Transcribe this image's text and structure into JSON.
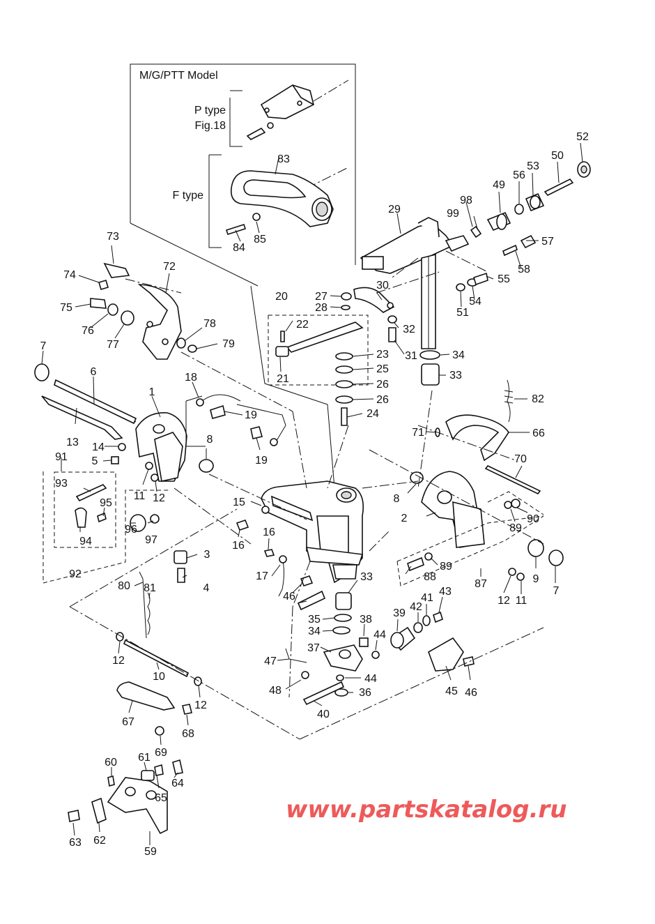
{
  "header": {
    "model": "M/G/PTT Model",
    "p_type": "P type",
    "fig_ref": "Fig.18",
    "f_type": "F type"
  },
  "watermark": "www.partskatalog.ru",
  "callouts": [
    {
      "id": "c1",
      "text": "1"
    },
    {
      "id": "c2",
      "text": "2"
    },
    {
      "id": "c3",
      "text": "3"
    },
    {
      "id": "c4",
      "text": "4"
    },
    {
      "id": "c5",
      "text": "5"
    },
    {
      "id": "c6",
      "text": "6"
    },
    {
      "id": "c7a",
      "text": "7"
    },
    {
      "id": "c7b",
      "text": "7"
    },
    {
      "id": "c8a",
      "text": "8"
    },
    {
      "id": "c8b",
      "text": "8"
    },
    {
      "id": "c9",
      "text": "9"
    },
    {
      "id": "c10",
      "text": "10"
    },
    {
      "id": "c11a",
      "text": "11"
    },
    {
      "id": "c11b",
      "text": "11"
    },
    {
      "id": "c12a",
      "text": "12"
    },
    {
      "id": "c12b",
      "text": "12"
    },
    {
      "id": "c12c",
      "text": "12"
    },
    {
      "id": "c12d",
      "text": "12"
    },
    {
      "id": "c13",
      "text": "13"
    },
    {
      "id": "c14",
      "text": "14"
    },
    {
      "id": "c15",
      "text": "15"
    },
    {
      "id": "c16a",
      "text": "16"
    },
    {
      "id": "c16b",
      "text": "16"
    },
    {
      "id": "c17",
      "text": "17"
    },
    {
      "id": "c18",
      "text": "18"
    },
    {
      "id": "c19a",
      "text": "19"
    },
    {
      "id": "c19b",
      "text": "19"
    },
    {
      "id": "c20",
      "text": "20"
    },
    {
      "id": "c21",
      "text": "21"
    },
    {
      "id": "c22",
      "text": "22"
    },
    {
      "id": "c23",
      "text": "23"
    },
    {
      "id": "c24",
      "text": "24"
    },
    {
      "id": "c25",
      "text": "25"
    },
    {
      "id": "c26a",
      "text": "26"
    },
    {
      "id": "c26b",
      "text": "26"
    },
    {
      "id": "c27",
      "text": "27"
    },
    {
      "id": "c28",
      "text": "28"
    },
    {
      "id": "c29",
      "text": "29"
    },
    {
      "id": "c30",
      "text": "30"
    },
    {
      "id": "c31",
      "text": "31"
    },
    {
      "id": "c32",
      "text": "32"
    },
    {
      "id": "c33a",
      "text": "33"
    },
    {
      "id": "c33b",
      "text": "33"
    },
    {
      "id": "c34a",
      "text": "34"
    },
    {
      "id": "c34b",
      "text": "34"
    },
    {
      "id": "c35",
      "text": "35"
    },
    {
      "id": "c36",
      "text": "36"
    },
    {
      "id": "c37",
      "text": "37"
    },
    {
      "id": "c38",
      "text": "38"
    },
    {
      "id": "c39",
      "text": "39"
    },
    {
      "id": "c40",
      "text": "40"
    },
    {
      "id": "c41",
      "text": "41"
    },
    {
      "id": "c42",
      "text": "42"
    },
    {
      "id": "c43",
      "text": "43"
    },
    {
      "id": "c44a",
      "text": "44"
    },
    {
      "id": "c44b",
      "text": "44"
    },
    {
      "id": "c45",
      "text": "45"
    },
    {
      "id": "c46a",
      "text": "46"
    },
    {
      "id": "c46b",
      "text": "46"
    },
    {
      "id": "c47",
      "text": "47"
    },
    {
      "id": "c48",
      "text": "48"
    },
    {
      "id": "c49",
      "text": "49"
    },
    {
      "id": "c50",
      "text": "50"
    },
    {
      "id": "c51",
      "text": "51"
    },
    {
      "id": "c52",
      "text": "52"
    },
    {
      "id": "c53",
      "text": "53"
    },
    {
      "id": "c54",
      "text": "54"
    },
    {
      "id": "c55",
      "text": "55"
    },
    {
      "id": "c56",
      "text": "56"
    },
    {
      "id": "c57",
      "text": "57"
    },
    {
      "id": "c58",
      "text": "58"
    },
    {
      "id": "c59",
      "text": "59"
    },
    {
      "id": "c60",
      "text": "60"
    },
    {
      "id": "c61",
      "text": "61"
    },
    {
      "id": "c62",
      "text": "62"
    },
    {
      "id": "c63",
      "text": "63"
    },
    {
      "id": "c64",
      "text": "64"
    },
    {
      "id": "c65",
      "text": "65"
    },
    {
      "id": "c66",
      "text": "66"
    },
    {
      "id": "c67",
      "text": "67"
    },
    {
      "id": "c68",
      "text": "68"
    },
    {
      "id": "c69",
      "text": "69"
    },
    {
      "id": "c70",
      "text": "70"
    },
    {
      "id": "c71",
      "text": "71"
    },
    {
      "id": "c72",
      "text": "72"
    },
    {
      "id": "c73",
      "text": "73"
    },
    {
      "id": "c74",
      "text": "74"
    },
    {
      "id": "c75",
      "text": "75"
    },
    {
      "id": "c76",
      "text": "76"
    },
    {
      "id": "c77",
      "text": "77"
    },
    {
      "id": "c78",
      "text": "78"
    },
    {
      "id": "c79",
      "text": "79"
    },
    {
      "id": "c80",
      "text": "80"
    },
    {
      "id": "c81",
      "text": "81"
    },
    {
      "id": "c82",
      "text": "82"
    },
    {
      "id": "c83",
      "text": "83"
    },
    {
      "id": "c84",
      "text": "84"
    },
    {
      "id": "c85",
      "text": "85"
    },
    {
      "id": "c87",
      "text": "87"
    },
    {
      "id": "c88",
      "text": "88"
    },
    {
      "id": "c89a",
      "text": "89"
    },
    {
      "id": "c89b",
      "text": "89"
    },
    {
      "id": "c90",
      "text": "90"
    },
    {
      "id": "c91",
      "text": "91"
    },
    {
      "id": "c92",
      "text": "92"
    },
    {
      "id": "c93",
      "text": "93"
    },
    {
      "id": "c94",
      "text": "94"
    },
    {
      "id": "c95",
      "text": "95"
    },
    {
      "id": "c96",
      "text": "96"
    },
    {
      "id": "c97",
      "text": "97"
    },
    {
      "id": "c98",
      "text": "98"
    },
    {
      "id": "c99",
      "text": "99"
    }
  ]
}
